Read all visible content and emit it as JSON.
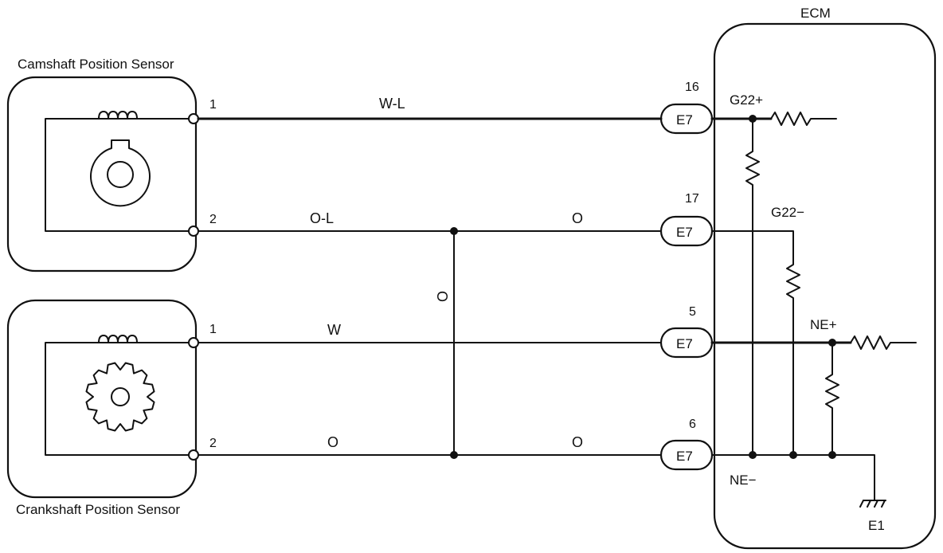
{
  "ecm": {
    "title": "ECM",
    "ground_label": "E1"
  },
  "sensors": {
    "camshaft": {
      "title": "Camshaft Position Sensor",
      "pin1": "1",
      "pin2": "2"
    },
    "crankshaft": {
      "title": "Crankshaft Position Sensor",
      "pin1": "1",
      "pin2": "2"
    }
  },
  "wire_colors": {
    "cam_signal": "W-L",
    "cam_ground_left": "O-L",
    "cam_ground_right": "O",
    "vertical_shield": "O",
    "crank_signal": "W",
    "crank_ground_left": "O",
    "crank_ground_right": "O"
  },
  "connectors": [
    {
      "id": "E7",
      "pin": "16",
      "terminal": "G22+"
    },
    {
      "id": "E7",
      "pin": "17",
      "terminal": "G22−"
    },
    {
      "id": "E7",
      "pin": "5",
      "terminal": "NE+"
    },
    {
      "id": "E7",
      "pin": "6",
      "terminal": "NE−"
    }
  ]
}
